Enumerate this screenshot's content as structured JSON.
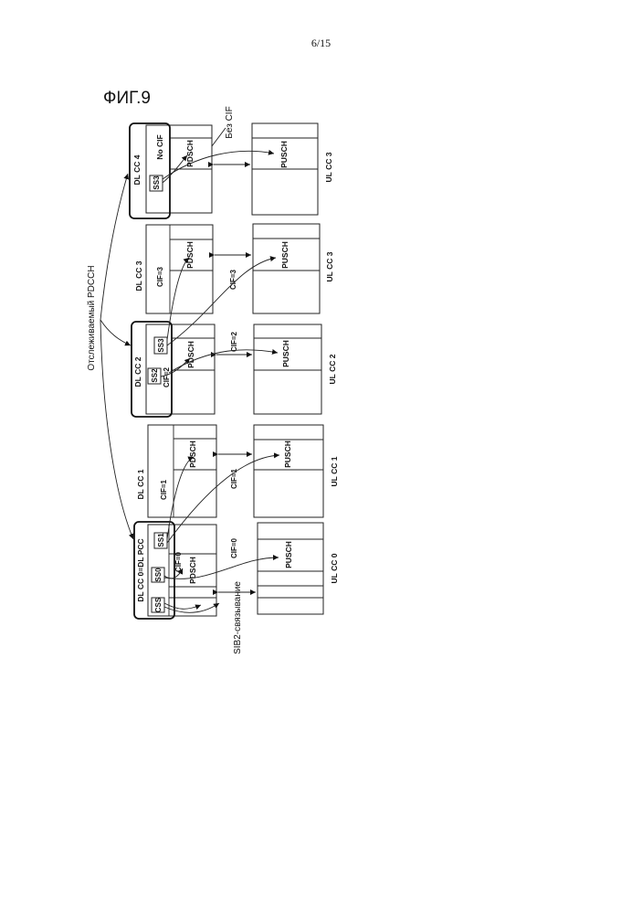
{
  "page": {
    "number": "6/15",
    "figure_title": "ФИГ.9"
  },
  "annotations": {
    "monitored_pdcch": "Отслеживаемый PDCCH",
    "no_cif_side": "Без CIF",
    "sib2_link": "SIB2-связывание"
  },
  "dl_ccs": [
    {
      "name": "DL CC 0=DL PCC",
      "cif": "CIF=0",
      "pdsch": "PDSCH",
      "search_spaces": [
        "CSS",
        "SS0",
        "SS1"
      ]
    },
    {
      "name": "DL CC 1",
      "cif": "CIF=1",
      "pdsch": "PDSCH"
    },
    {
      "name": "DL CC 2",
      "cif": "CIF=2",
      "pdsch": "PDSCH",
      "search_spaces": [
        "SS2",
        "SS3"
      ]
    },
    {
      "name": "DL CC 3",
      "cif": "CIF=3",
      "pdsch": "PDSCH"
    },
    {
      "name": "DL CC 4",
      "cif": "No CIF",
      "pdsch": "PDSCH",
      "search_spaces": [
        "SS3"
      ]
    }
  ],
  "ul_ccs": [
    {
      "name": "UL CC 0",
      "cif": "CIF=0",
      "pusch": "PUSCH"
    },
    {
      "name": "UL CC 1",
      "cif": "CIF=1",
      "pusch": "PUSCH"
    },
    {
      "name": "UL CC 2",
      "cif": "CIF=2",
      "pusch": "PUSCH"
    },
    {
      "name": "UL CC 3",
      "cif": "CIF=3",
      "pusch": "PUSCH"
    },
    {
      "name": "UL CC 3",
      "pusch": "PUSCH"
    }
  ]
}
